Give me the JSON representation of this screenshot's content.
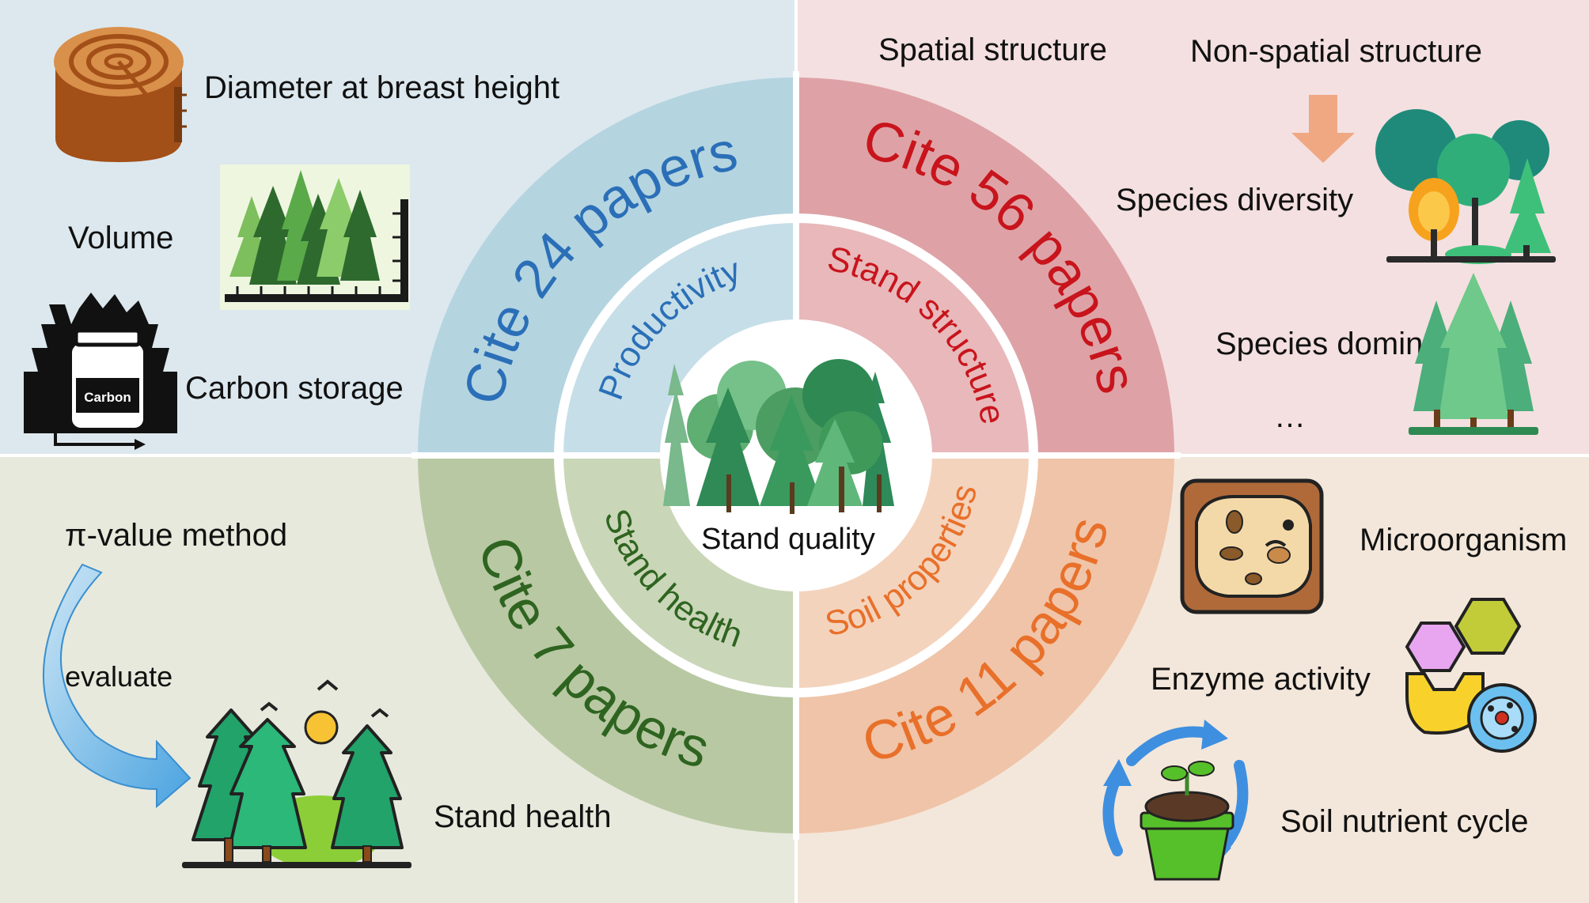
{
  "center": {
    "label": "Stand quality"
  },
  "quadrants": {
    "productivity": {
      "citation": "Cite 24 papers",
      "category": "Productivity",
      "items": [
        "Diameter at breast height",
        "Volume",
        "Carbon storage"
      ],
      "jar_label": "Carbon",
      "colors": {
        "panel": "#dce8ee",
        "band": "#b4d4e0",
        "inner": "#c6deE8",
        "text": "#2a6fb7"
      }
    },
    "stand_structure": {
      "citation": "Cite 56 papers",
      "category": "Stand structure",
      "items": [
        "Spatial structure",
        "Non-spatial structure",
        "Species diversity",
        "Species dominance",
        "…"
      ],
      "colors": {
        "panel": "#f4e0e0",
        "band": "#dea2a6",
        "inner": "#e8b8ba",
        "text": "#c8141c"
      }
    },
    "stand_health": {
      "citation": "Cite 7 papers",
      "category": "Stand health",
      "items": [
        "π-value method",
        "evaluate",
        "Stand health"
      ],
      "colors": {
        "panel": "#e7e9dc",
        "band": "#b8c8a3",
        "inner": "#cad6b8",
        "text": "#2e6420"
      }
    },
    "soil_properties": {
      "citation": "Cite 11 papers",
      "category": "Soil properties",
      "items": [
        "Microorganism",
        "Enzyme activity",
        "Soil nutrient cycle"
      ],
      "colors": {
        "panel": "#f3e7db",
        "band": "#f0c4a8",
        "inner": "#f4d3bd",
        "text": "#e8702a"
      }
    }
  }
}
